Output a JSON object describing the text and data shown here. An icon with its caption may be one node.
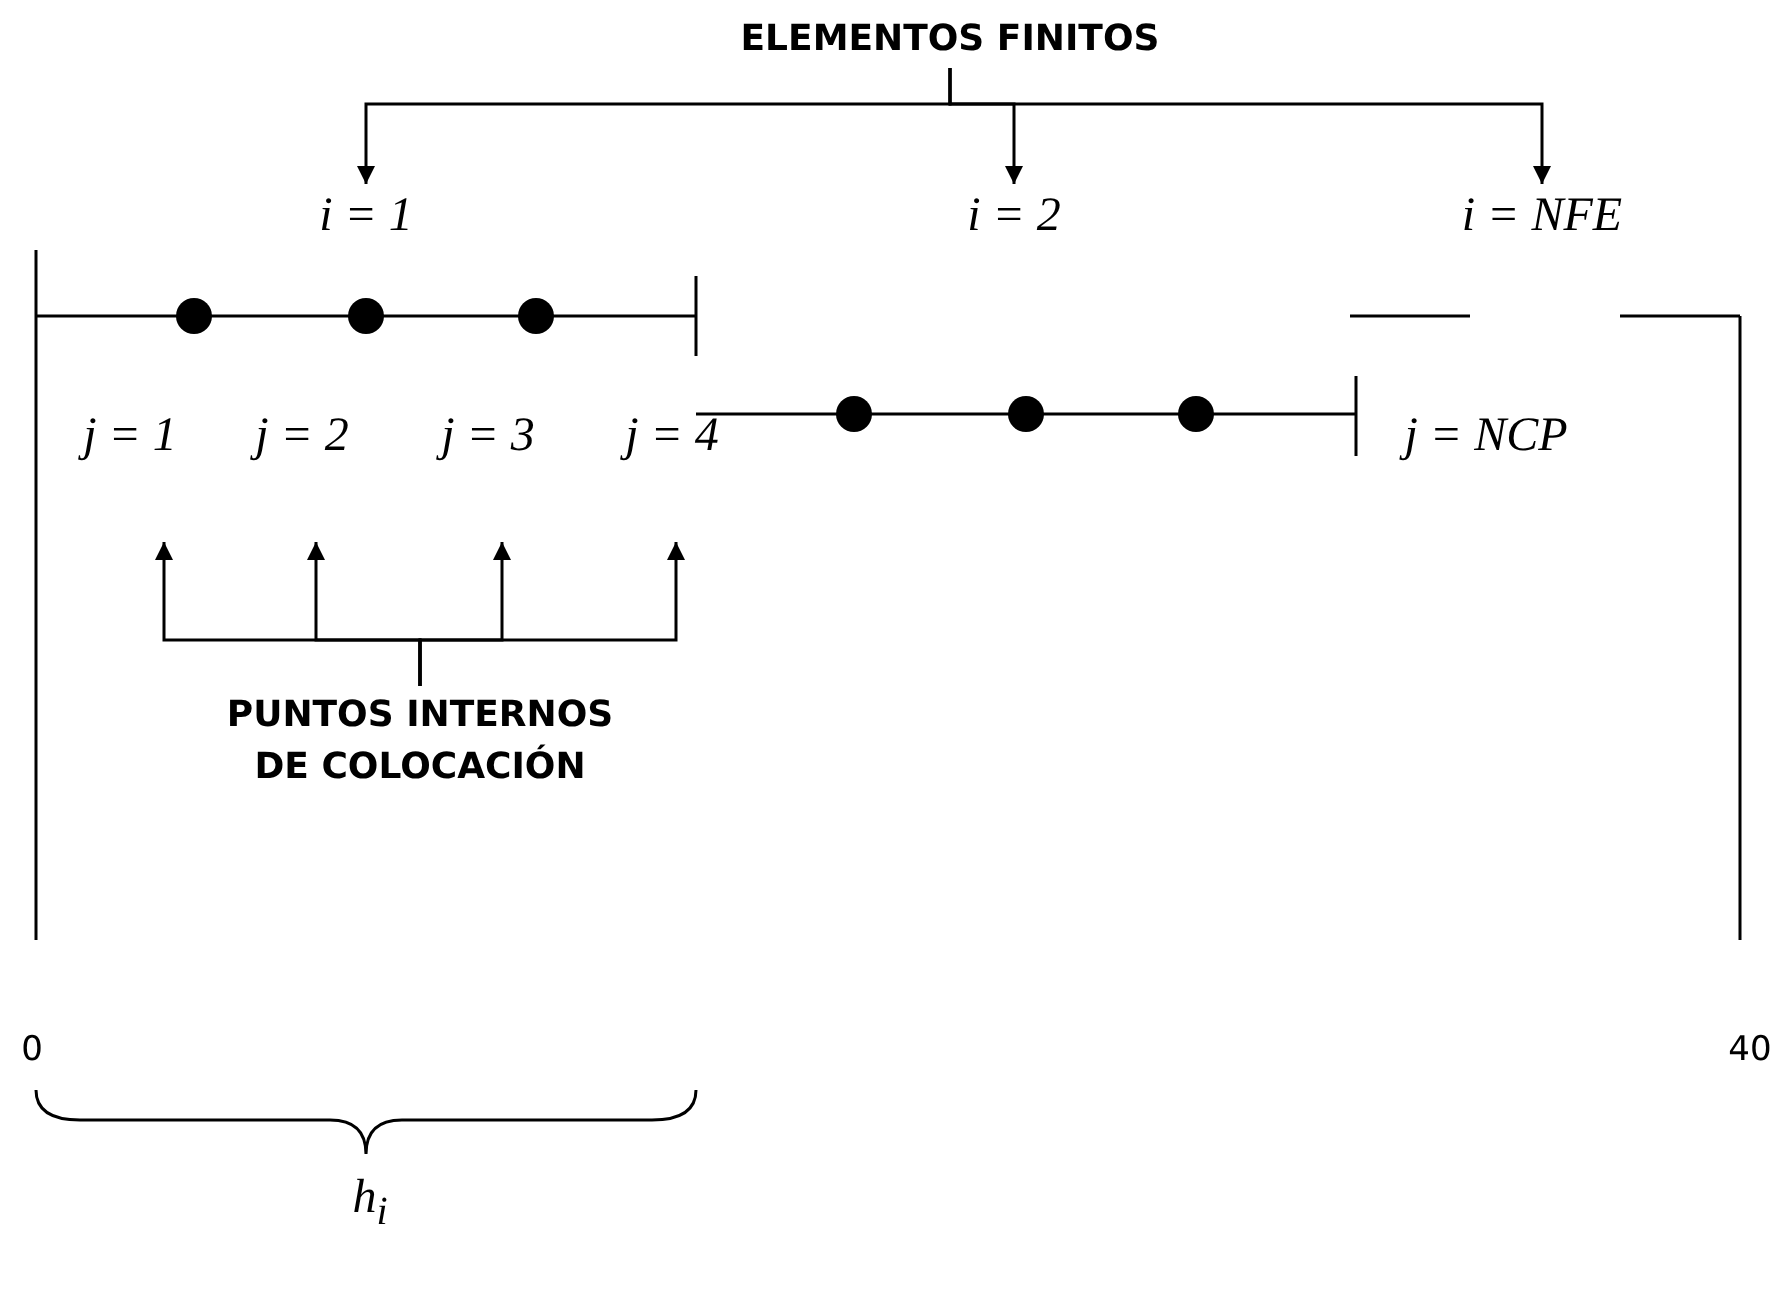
{
  "diagram": {
    "nodes": [
      {
        "text": [
          "ELEMENTOS FINITOS"
        ]
      },
      {
        "text": [
          "i = 1"
        ]
      },
      {
        "text": [
          "i = 2"
        ]
      },
      {
        "text": [
          "i = NFE"
        ]
      },
      {
        "text": [
          "PUNTOS INTERNOS DE COLOCACIÓN"
        ]
      },
      {
        "text": [
          "j = 1"
        ]
      },
      {
        "text": [
          "j = 2"
        ]
      },
      {
        "text": [
          "j = 3"
        ]
      },
      {
        "text": [
          "j = 4"
        ]
      }
    ],
    "edges": [
      {
        "from": 0,
        "to": 1,
        "arrow": "to"
      },
      {
        "from": 0,
        "to": 2,
        "arrow": "to"
      },
      {
        "from": 0,
        "to": 3,
        "arrow": "to"
      },
      {
        "from": 4,
        "to": 5,
        "arrow": "to"
      },
      {
        "from": 4,
        "to": 6,
        "arrow": "to"
      },
      {
        "from": 4,
        "to": 7,
        "arrow": "to"
      },
      {
        "from": 4,
        "to": 8,
        "arrow": "to"
      }
    ],
    "labels": [
      "j = NCP",
      "0",
      "40",
      "h$_{i}$"
    ]
  }
}
